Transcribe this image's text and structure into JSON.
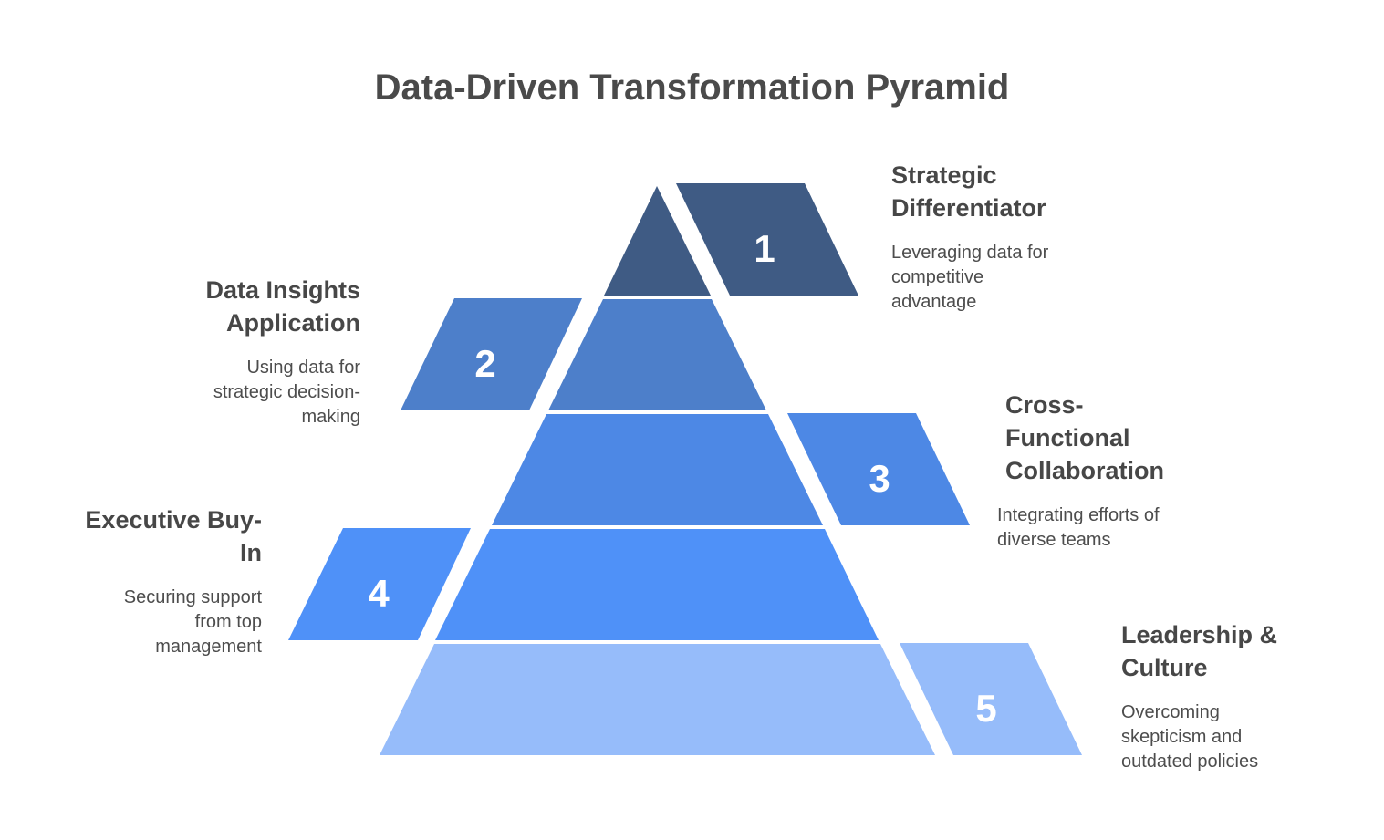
{
  "title": "Data-Driven Transformation Pyramid",
  "levels": [
    {
      "number": "1",
      "heading": "Strategic Differentiator",
      "description": "Leveraging data for competitive advantage",
      "color": "#3F5B84"
    },
    {
      "number": "2",
      "heading": "Data Insights Application",
      "description": "Using data for strategic decision-making",
      "color": "#4D7FCA"
    },
    {
      "number": "3",
      "heading": "Cross-Functional Collaboration",
      "description": "Integrating efforts of diverse teams",
      "color": "#4D88E5"
    },
    {
      "number": "4",
      "heading": "Executive Buy-In",
      "description": "Securing support from top management",
      "color": "#4F91F8"
    },
    {
      "number": "5",
      "heading": "Leadership & Culture",
      "description": "Overcoming skepticism and outdated policies",
      "color": "#96BCFA"
    }
  ]
}
